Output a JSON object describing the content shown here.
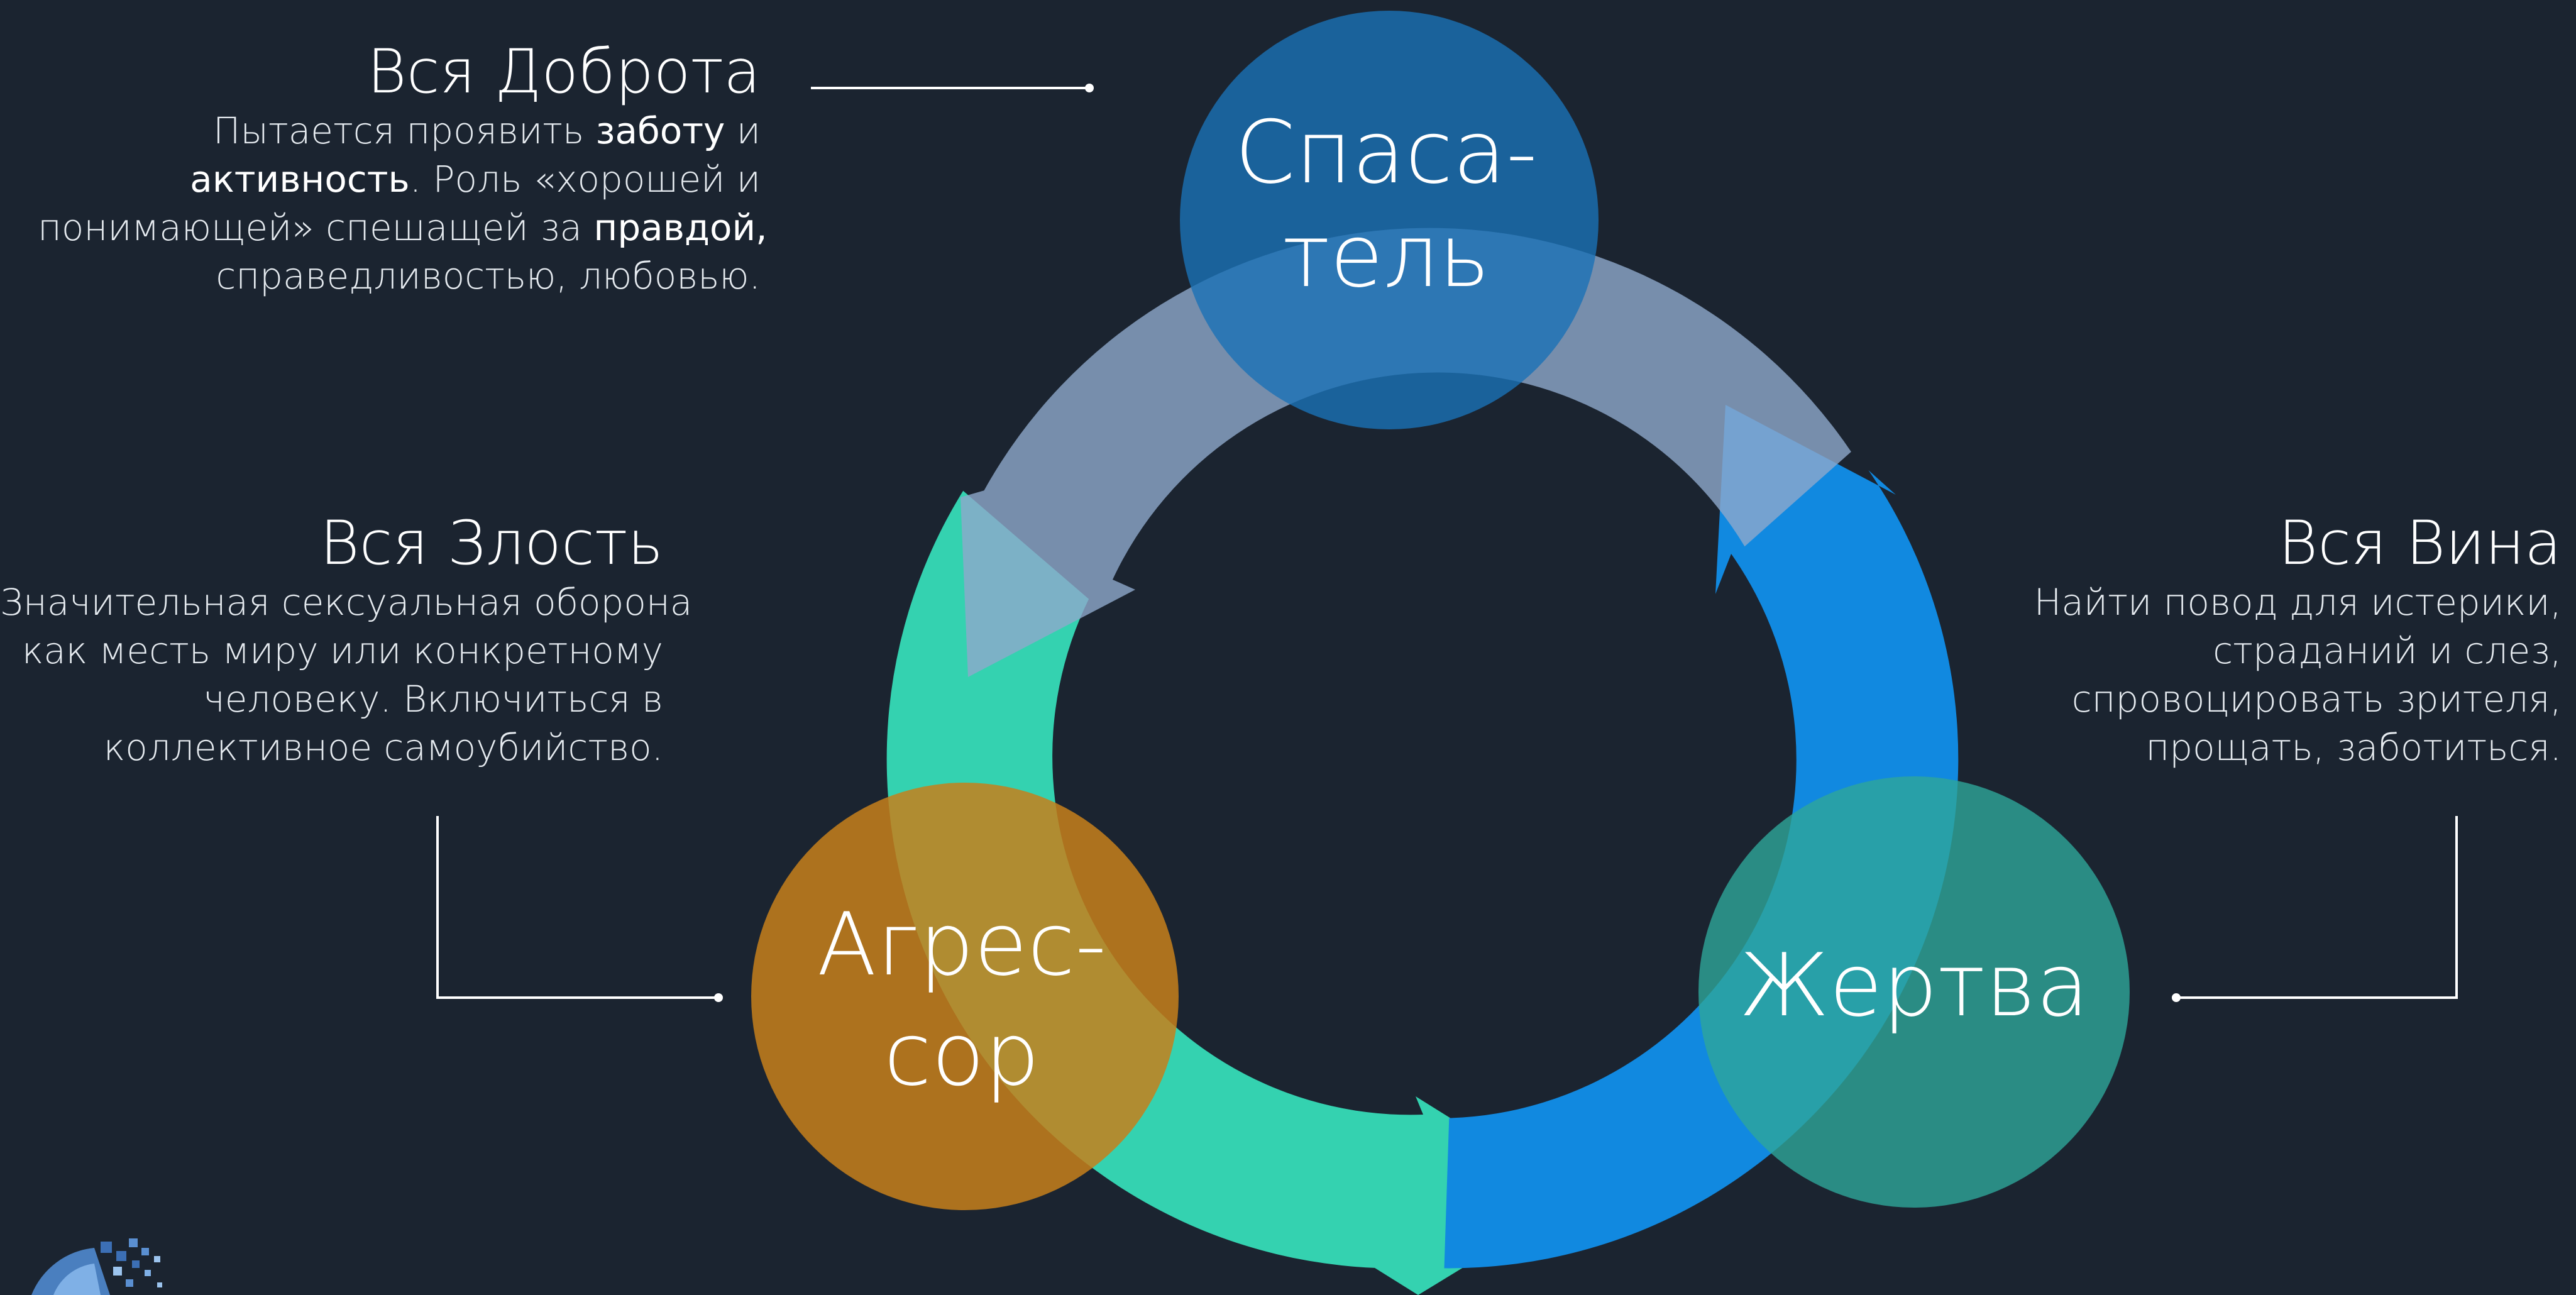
{
  "nodes": {
    "rescuer": {
      "line1": "Спаса-",
      "line2": "тель",
      "color": "#1a72b6"
    },
    "aggressor": {
      "line1": "Агрес-",
      "line2": "сор",
      "color": "#c7801b"
    },
    "victim": {
      "line1": "Жертва",
      "color": "#2ea69a"
    }
  },
  "arrows": {
    "top_color": "#8ea9cc",
    "right_color": "#1189e0",
    "bottom_left_color": "#34d2b0"
  },
  "blocks": {
    "rescuer": {
      "title": "Вся Доброта",
      "line1": {
        "a": "Пытается проявить ",
        "b": "заботу",
        "c": " и"
      },
      "line2": {
        "a": "активность",
        "b": ". Роль «хорошей и"
      },
      "line3": {
        "a": "понимающей» спешащей за ",
        "b": "правдой,"
      },
      "line4": "справедливостью, любовью."
    },
    "aggressor": {
      "title": "Вся Злость",
      "lines": [
        "Значительная сексуальная оборона",
        "как месть миру или конкретному",
        "человеку. Включиться в",
        "коллективное самоубийство."
      ]
    },
    "victim": {
      "title": "Вся Вина",
      "lines": [
        "Найти повод для истерики,",
        "страданий и слез,",
        "спровоцировать зрителя,",
        "прощать, заботиться."
      ]
    }
  },
  "background": "#1b2430"
}
